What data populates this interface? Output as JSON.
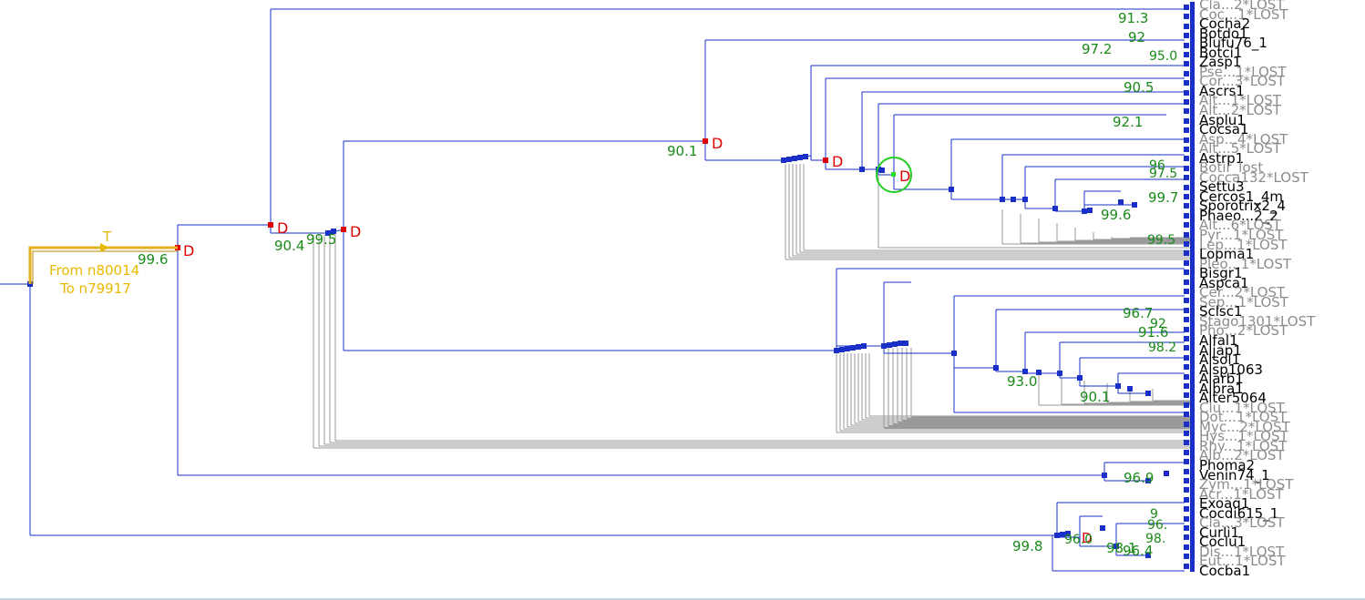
{
  "transfer": {
    "marker": "T",
    "from_text": "From n80014",
    "to_text": "To n79917"
  },
  "event_labels": [
    {
      "id": "dup-1",
      "text": "D"
    },
    {
      "id": "dup-2",
      "text": "D"
    },
    {
      "id": "dup-3",
      "text": "D"
    },
    {
      "id": "dup-4",
      "text": "D"
    },
    {
      "id": "dup-5",
      "text": "D"
    },
    {
      "id": "dup-6",
      "text": "D"
    },
    {
      "id": "dup-7",
      "text": "D"
    }
  ],
  "support_values": [
    {
      "id": "s-99-6",
      "text": "99.6"
    },
    {
      "id": "s-90-4",
      "text": "90.4"
    },
    {
      "id": "s-99-5",
      "text": "99.5"
    },
    {
      "id": "s-90-1a",
      "text": "90.1"
    },
    {
      "id": "s-91-3",
      "text": "91.3"
    },
    {
      "id": "s-97-2",
      "text": "97.2"
    },
    {
      "id": "s-92",
      "text": "92"
    },
    {
      "id": "s-95-0",
      "text": "95.0"
    },
    {
      "id": "s-90-5",
      "text": "90.5"
    },
    {
      "id": "s-92-1",
      "text": "92.1"
    },
    {
      "id": "s-96",
      "text": "96"
    },
    {
      "id": "s-97-5",
      "text": "97.5"
    },
    {
      "id": "s-99-7",
      "text": "99.7"
    },
    {
      "id": "s-99-6b",
      "text": "99.6"
    },
    {
      "id": "s-99-5b",
      "text": "99.5"
    },
    {
      "id": "s-96-7",
      "text": "96.7"
    },
    {
      "id": "s-92b",
      "text": "92"
    },
    {
      "id": "s-91-6",
      "text": "91.6"
    },
    {
      "id": "s-98-2",
      "text": "98.2"
    },
    {
      "id": "s-93-0",
      "text": "93.0"
    },
    {
      "id": "s-90-1b",
      "text": "90.1"
    },
    {
      "id": "s-96-9",
      "text": "96.9"
    },
    {
      "id": "s-99-8",
      "text": "99.8"
    },
    {
      "id": "s-96-0",
      "text": "96.0"
    },
    {
      "id": "s-98-1",
      "text": "98.1"
    },
    {
      "id": "s-96-4",
      "text": "96.4"
    },
    {
      "id": "s-96-x",
      "text": "96."
    },
    {
      "id": "s-98-x",
      "text": "98."
    },
    {
      "id": "s-9x",
      "text": "9"
    }
  ],
  "leaves": [
    {
      "text": "Cla...2*LOST",
      "lost": true
    },
    {
      "text": "Coc...1*LOST",
      "lost": true
    },
    {
      "text": "Cocha2",
      "lost": false
    },
    {
      "text": "Botdo1",
      "lost": false
    },
    {
      "text": "Blufu76_1",
      "lost": false
    },
    {
      "text": "Botci1",
      "lost": false
    },
    {
      "text": "Zasp1",
      "lost": false
    },
    {
      "text": "Pse...1*LOST",
      "lost": true
    },
    {
      "text": "Cor...3*LOST",
      "lost": true
    },
    {
      "text": "Ascrs1",
      "lost": false
    },
    {
      "text": "Alt...1*LOST",
      "lost": true
    },
    {
      "text": "Alt...2*LOST",
      "lost": true
    },
    {
      "text": "Asplu1",
      "lost": false
    },
    {
      "text": "Cocsa1",
      "lost": false
    },
    {
      "text": "Asp...4*LOST",
      "lost": true
    },
    {
      "text": "Alt...5*LOST",
      "lost": true
    },
    {
      "text": "Astrp1",
      "lost": false
    },
    {
      "text": "Botir_lost",
      "lost": true
    },
    {
      "text": "Cocca132*LOST",
      "lost": true
    },
    {
      "text": "Settu3",
      "lost": false
    },
    {
      "text": "Cercos1_4m",
      "lost": false
    },
    {
      "text": "Sporotrix2_4",
      "lost": false
    },
    {
      "text": "Phaeo...2_2",
      "lost": false
    },
    {
      "text": "Alt...6*LOST",
      "lost": true
    },
    {
      "text": "Pyr...1*LOST",
      "lost": true
    },
    {
      "text": "Lep...1*LOST",
      "lost": true
    },
    {
      "text": "Lopma1",
      "lost": false
    },
    {
      "text": "Pleo...1*LOST",
      "lost": true
    },
    {
      "text": "Bisgr1",
      "lost": false
    },
    {
      "text": "Aspca1",
      "lost": false
    },
    {
      "text": "Cer...2*LOST",
      "lost": true
    },
    {
      "text": "Sep...1*LOST",
      "lost": true
    },
    {
      "text": "Sclsc1",
      "lost": false
    },
    {
      "text": "Stago1301*LOST",
      "lost": true
    },
    {
      "text": "Pho...2*LOST",
      "lost": true
    },
    {
      "text": "Alfal1",
      "lost": false
    },
    {
      "text": "Aljap1",
      "lost": false
    },
    {
      "text": "Alsol1",
      "lost": false
    },
    {
      "text": "Alsp1063",
      "lost": false
    },
    {
      "text": "Alarb1",
      "lost": false
    },
    {
      "text": "Albra1",
      "lost": false
    },
    {
      "text": "Alter5064",
      "lost": false
    },
    {
      "text": "Clu...1*LOST",
      "lost": true
    },
    {
      "text": "Dot...1*LOST",
      "lost": true
    },
    {
      "text": "Myc...2*LOST",
      "lost": true
    },
    {
      "text": "Hys...1*LOST",
      "lost": true
    },
    {
      "text": "Rhy...1*LOST",
      "lost": true
    },
    {
      "text": "Alb...2*LOST",
      "lost": true
    },
    {
      "text": "Phoma2",
      "lost": false
    },
    {
      "text": "Venin74_1",
      "lost": false
    },
    {
      "text": "Zym...1*LOST",
      "lost": true
    },
    {
      "text": "Acr...1*LOST",
      "lost": true
    },
    {
      "text": "Exoaq1",
      "lost": false
    },
    {
      "text": "Cocdi615_1",
      "lost": false
    },
    {
      "text": "Cla...3*LOST",
      "lost": true
    },
    {
      "text": "Curli1",
      "lost": false
    },
    {
      "text": "Coclu1",
      "lost": false
    },
    {
      "text": "Dis...1*LOST",
      "lost": true
    },
    {
      "text": "Eut...1*LOST",
      "lost": true
    },
    {
      "text": "Cocba1",
      "lost": false
    }
  ]
}
